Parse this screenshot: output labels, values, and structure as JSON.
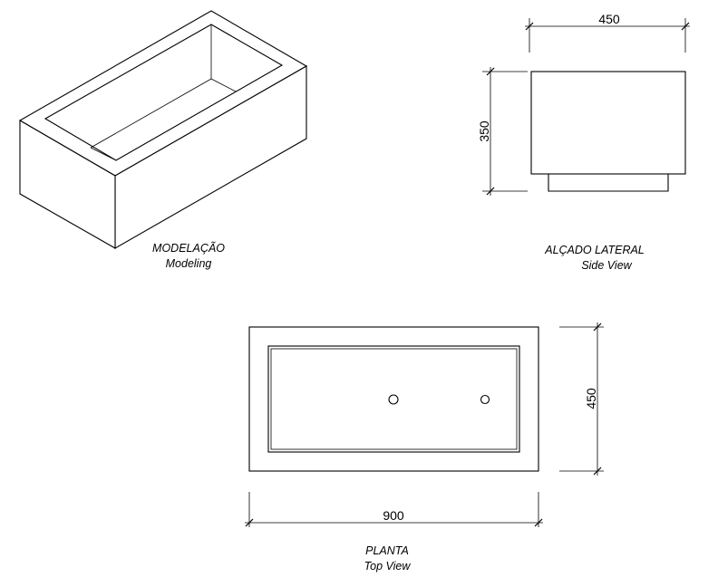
{
  "views": {
    "modeling": {
      "title": "MODELAÇÃO",
      "subtitle": "Modeling"
    },
    "side": {
      "title": "ALÇADO LATERAL",
      "subtitle": "Side View",
      "width_dim": "450",
      "height_dim": "350"
    },
    "top": {
      "title": "PLANTA",
      "subtitle": "Top View",
      "length_dim": "900",
      "width_dim": "450"
    }
  }
}
